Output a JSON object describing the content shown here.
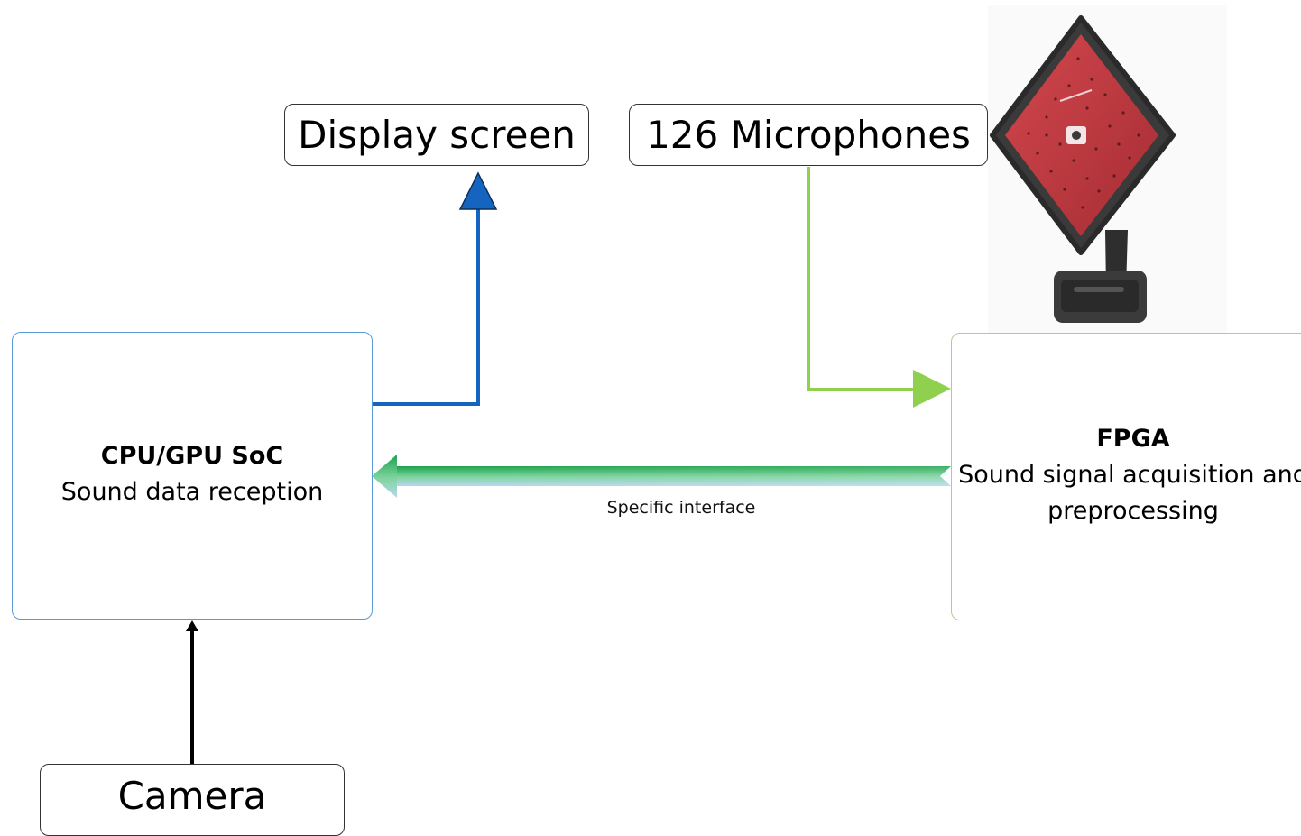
{
  "nodes": {
    "display": {
      "label": "Display screen"
    },
    "microphones": {
      "label": "126 Microphones"
    },
    "camera": {
      "label": "Camera"
    },
    "cpu": {
      "title": "CPU/GPU SoC",
      "subtitle": "Sound data reception"
    },
    "fpga": {
      "title": "FPGA",
      "subtitle_line1": "Sound signal acquisition and",
      "subtitle_line2": "preprocessing"
    }
  },
  "edges": {
    "interface": {
      "label": "Specific interface"
    }
  },
  "device_image": {
    "description": "acoustic camera (microphone array device)",
    "icon": "acoustic-camera-icon"
  },
  "colors": {
    "display_arrow": "#1565c0",
    "mic_arrow": "#8fd14f",
    "interface_arrow_dark": "#1aa34a",
    "interface_arrow_light": "#a9dfbf",
    "cpu_border": "#5b9bd5",
    "fpga_border": "#a9d08e",
    "device_red": "#c0393f",
    "device_dark": "#3a3a3a"
  }
}
